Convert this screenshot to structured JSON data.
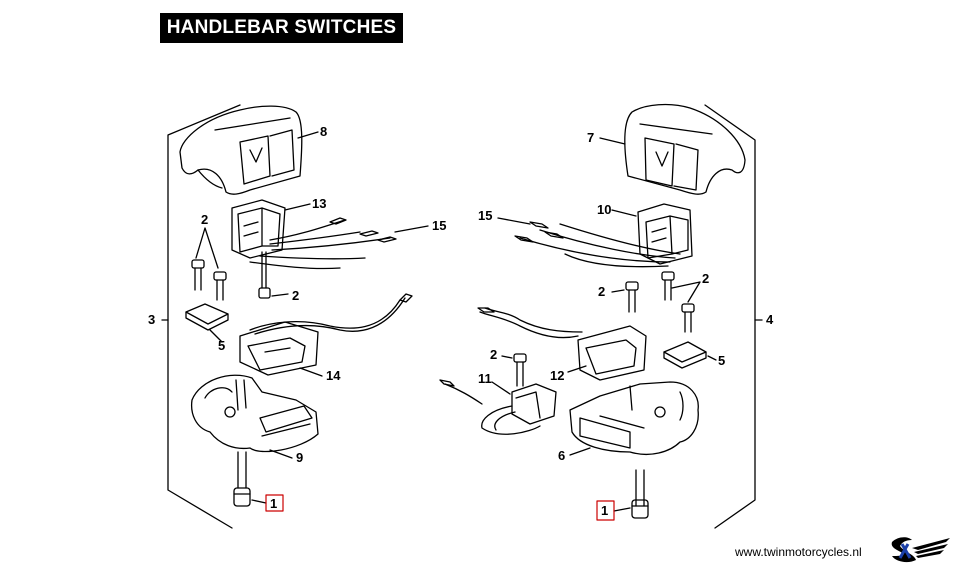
{
  "title": "HANDLEBAR SWITCHES",
  "website": "www.twinmotorcycles.nl",
  "callouts": {
    "c1_left": "1",
    "c1_right": "1",
    "c2_a": "2",
    "c2_b": "2",
    "c2_c": "2",
    "c2_d": "2",
    "c2_e": "2",
    "c3": "3",
    "c4": "4",
    "c5_left": "5",
    "c5_right": "5",
    "c6": "6",
    "c7": "7",
    "c8": "8",
    "c9": "9",
    "c10": "10",
    "c11": "11",
    "c12": "12",
    "c13": "13",
    "c14": "14",
    "c15_left": "15",
    "c15_right": "15"
  },
  "colors": {
    "highlight_box": "#cc0000",
    "line": "#000000",
    "title_bg": "#000000",
    "title_text": "#ffffff"
  },
  "icons": [
    "brand-logo-icon"
  ]
}
